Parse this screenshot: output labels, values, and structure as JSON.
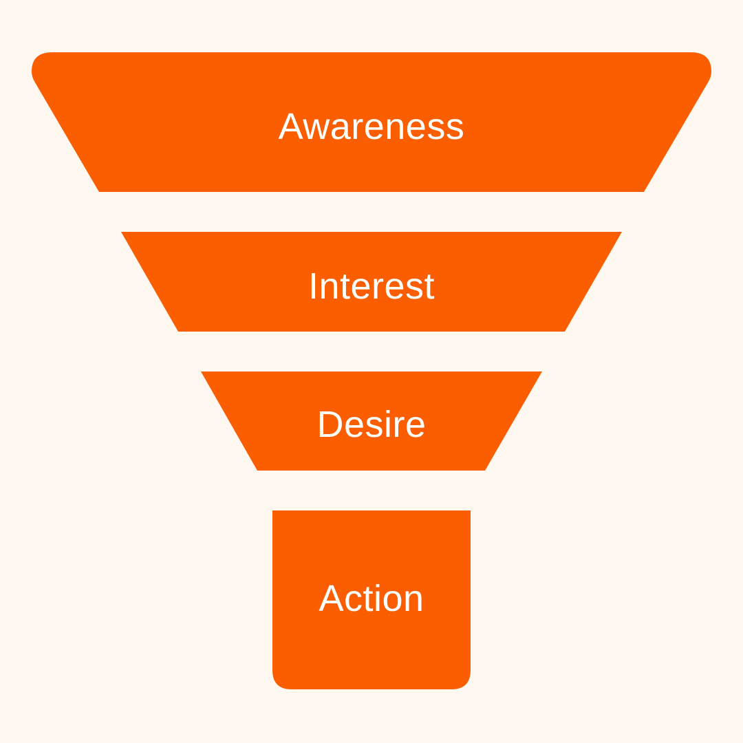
{
  "colors": {
    "background": "#FFF8F1",
    "funnel": "#FA5E00",
    "label": "#FFFFFF"
  },
  "stages": [
    {
      "label": "Awareness"
    },
    {
      "label": "Interest"
    },
    {
      "label": "Desire"
    },
    {
      "label": "Action"
    }
  ]
}
